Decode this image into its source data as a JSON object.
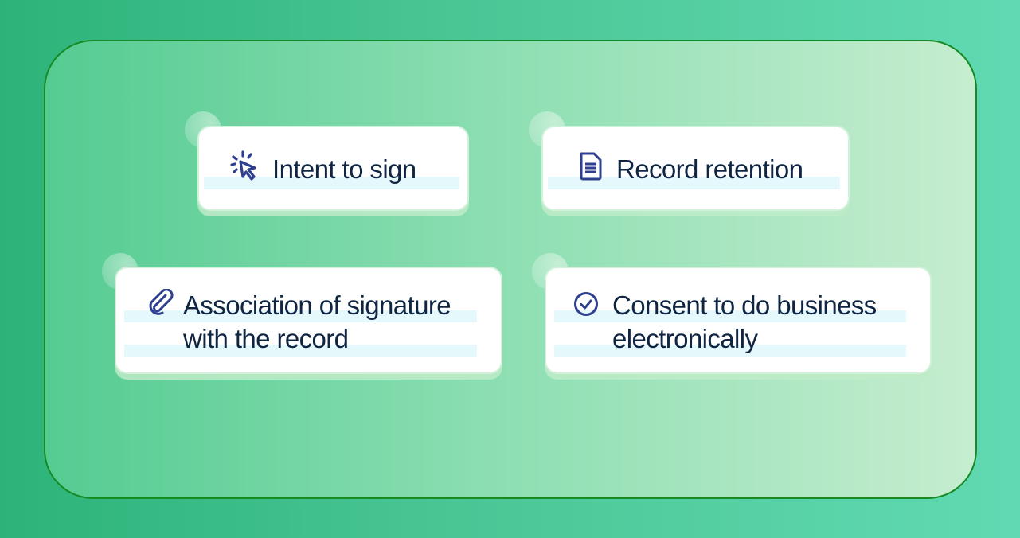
{
  "colors": {
    "background_left": "#2db37a",
    "background_right": "#61dab3",
    "frame_border": "#168a24",
    "card_bg": "#ffffff",
    "highlight": "#e5f9fd",
    "text": "#0f2542",
    "icon": "#2e3f8f"
  },
  "cards": [
    {
      "id": "intent",
      "icon": "cursor-click-icon",
      "lines": [
        "Intent to sign"
      ]
    },
    {
      "id": "retention",
      "icon": "document-icon",
      "lines": [
        "Record retention"
      ]
    },
    {
      "id": "association",
      "icon": "paperclip-icon",
      "lines": [
        "Association of signature",
        "with the record"
      ]
    },
    {
      "id": "consent",
      "icon": "check-circle-icon",
      "lines": [
        "Consent to do business",
        "electronically"
      ]
    }
  ]
}
